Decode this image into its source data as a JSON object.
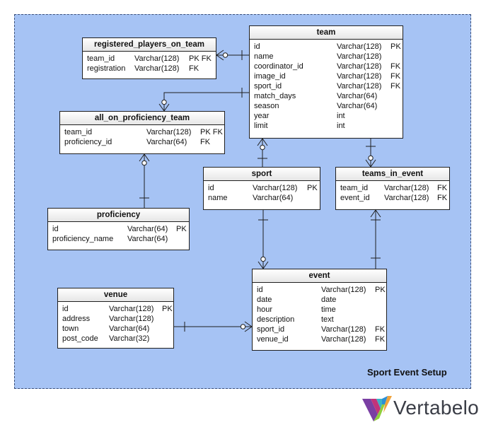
{
  "diagram_title": "Sport Event Setup",
  "brand": "Vertabelo",
  "colors": {
    "canvas": "#a6c3f4",
    "line": "#1f1f1f",
    "brand_text": "#3a3d46"
  },
  "tables": {
    "registered_players_on_team": {
      "name": "registered_players_on_team",
      "rows": [
        {
          "col": "team_id",
          "type": "Varchar(128)",
          "key": "PK FK"
        },
        {
          "col": "registration",
          "type": "Varchar(128)",
          "key": "FK"
        }
      ]
    },
    "team": {
      "name": "team",
      "rows": [
        {
          "col": "id",
          "type": "Varchar(128)",
          "key": "PK"
        },
        {
          "col": "name",
          "type": "Varchar(128)",
          "key": ""
        },
        {
          "col": "coordinator_id",
          "type": "Varchar(128)",
          "key": "FK"
        },
        {
          "col": "image_id",
          "type": "Varchar(128)",
          "key": "FK"
        },
        {
          "col": "sport_id",
          "type": "Varchar(128)",
          "key": "FK"
        },
        {
          "col": "match_days",
          "type": "Varchar(64)",
          "key": ""
        },
        {
          "col": "season",
          "type": "Varchar(64)",
          "key": ""
        },
        {
          "col": "year",
          "type": "int",
          "key": ""
        },
        {
          "col": "limit",
          "type": "int",
          "key": ""
        }
      ]
    },
    "all_on_proficiency_team": {
      "name": "all_on_proficiency_team",
      "rows": [
        {
          "col": "team_id",
          "type": "Varchar(128)",
          "key": "PK FK"
        },
        {
          "col": "proficiency_id",
          "type": "Varchar(64)",
          "key": "FK"
        }
      ]
    },
    "sport": {
      "name": "sport",
      "rows": [
        {
          "col": "id",
          "type": "Varchar(128)",
          "key": "PK"
        },
        {
          "col": "name",
          "type": "Varchar(64)",
          "key": ""
        }
      ]
    },
    "teams_in_event": {
      "name": "teams_in_event",
      "rows": [
        {
          "col": "team_id",
          "type": "Varchar(128)",
          "key": "FK"
        },
        {
          "col": "event_id",
          "type": "Varchar(128)",
          "key": "FK"
        }
      ]
    },
    "proficiency": {
      "name": "proficiency",
      "rows": [
        {
          "col": "id",
          "type": "Varchar(64)",
          "key": "PK"
        },
        {
          "col": "proficiency_name",
          "type": "Varchar(64)",
          "key": ""
        }
      ]
    },
    "event": {
      "name": "event",
      "rows": [
        {
          "col": "id",
          "type": "Varchar(128)",
          "key": "PK"
        },
        {
          "col": "date",
          "type": "date",
          "key": ""
        },
        {
          "col": "hour",
          "type": "time",
          "key": ""
        },
        {
          "col": "description",
          "type": "text",
          "key": ""
        },
        {
          "col": "sport_id",
          "type": "Varchar(128)",
          "key": "FK"
        },
        {
          "col": "venue_id",
          "type": "Varchar(128)",
          "key": "FK"
        }
      ]
    },
    "venue": {
      "name": "venue",
      "rows": [
        {
          "col": "id",
          "type": "Varchar(128)",
          "key": "PK"
        },
        {
          "col": "address",
          "type": "Varchar(128)",
          "key": ""
        },
        {
          "col": "town",
          "type": "Varchar(64)",
          "key": ""
        },
        {
          "col": "post_code",
          "type": "Varchar(32)",
          "key": ""
        }
      ]
    }
  }
}
